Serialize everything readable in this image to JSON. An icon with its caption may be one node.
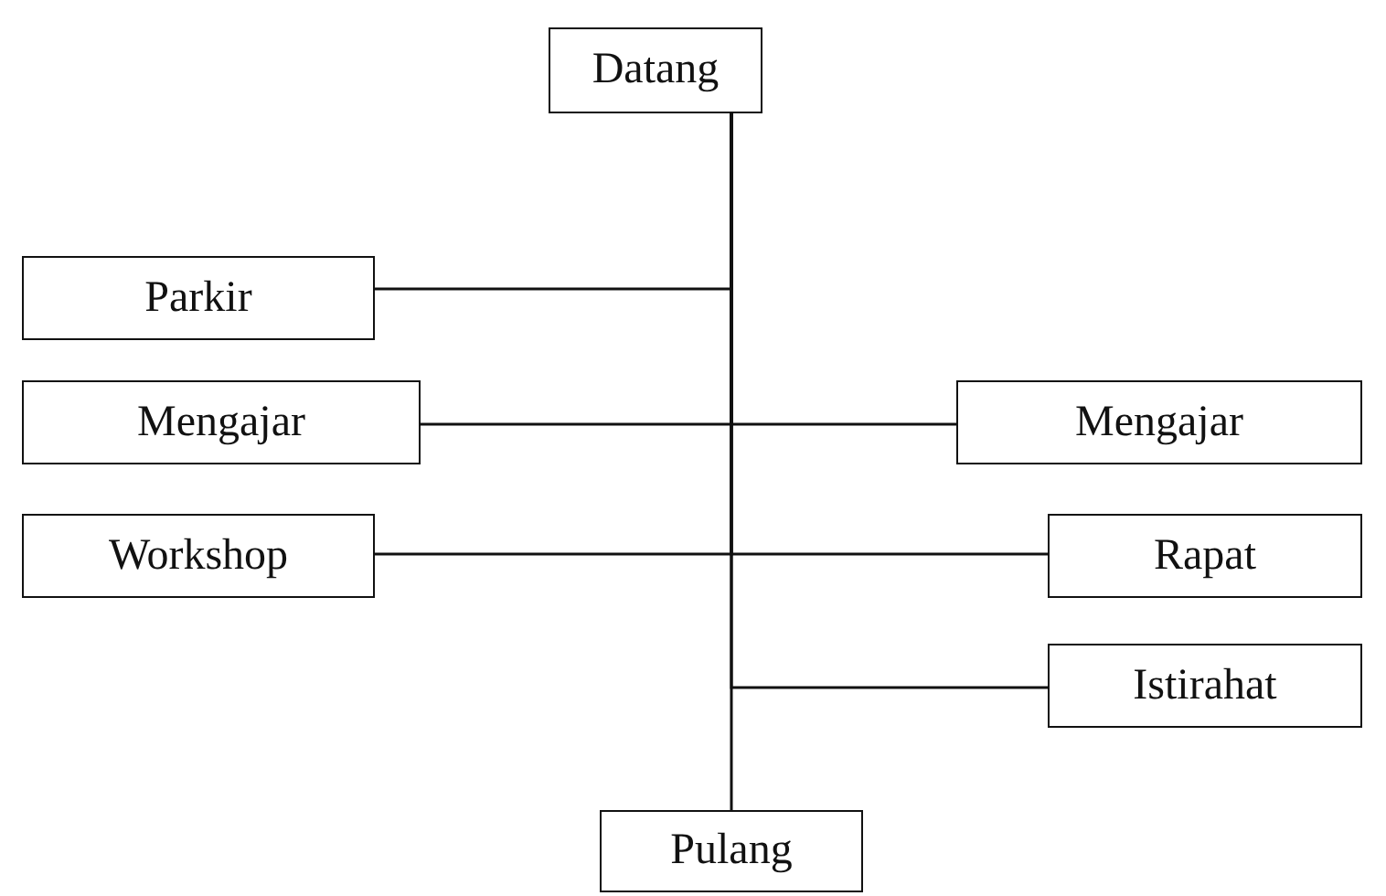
{
  "diagram": {
    "nodes": [
      {
        "text": [
          "Datang"
        ]
      },
      {
        "text": [
          "Parkir"
        ]
      },
      {
        "text": [
          "Mengajar"
        ]
      },
      {
        "text": [
          "Mengajar"
        ]
      },
      {
        "text": [
          "Workshop"
        ]
      },
      {
        "text": [
          "Rapat"
        ]
      },
      {
        "text": [
          "Istirahat"
        ]
      },
      {
        "text": [
          "Pulang"
        ]
      }
    ],
    "edges": [
      {
        "from": 0,
        "to": 1,
        "arrow": "none"
      },
      {
        "from": 0,
        "to": 2,
        "arrow": "none"
      },
      {
        "from": 0,
        "to": 3,
        "arrow": "none"
      },
      {
        "from": 0,
        "to": 4,
        "arrow": "none"
      },
      {
        "from": 0,
        "to": 5,
        "arrow": "none"
      },
      {
        "from": 0,
        "to": 6,
        "arrow": "none"
      },
      {
        "from": 0,
        "to": 7,
        "arrow": "none"
      }
    ]
  }
}
